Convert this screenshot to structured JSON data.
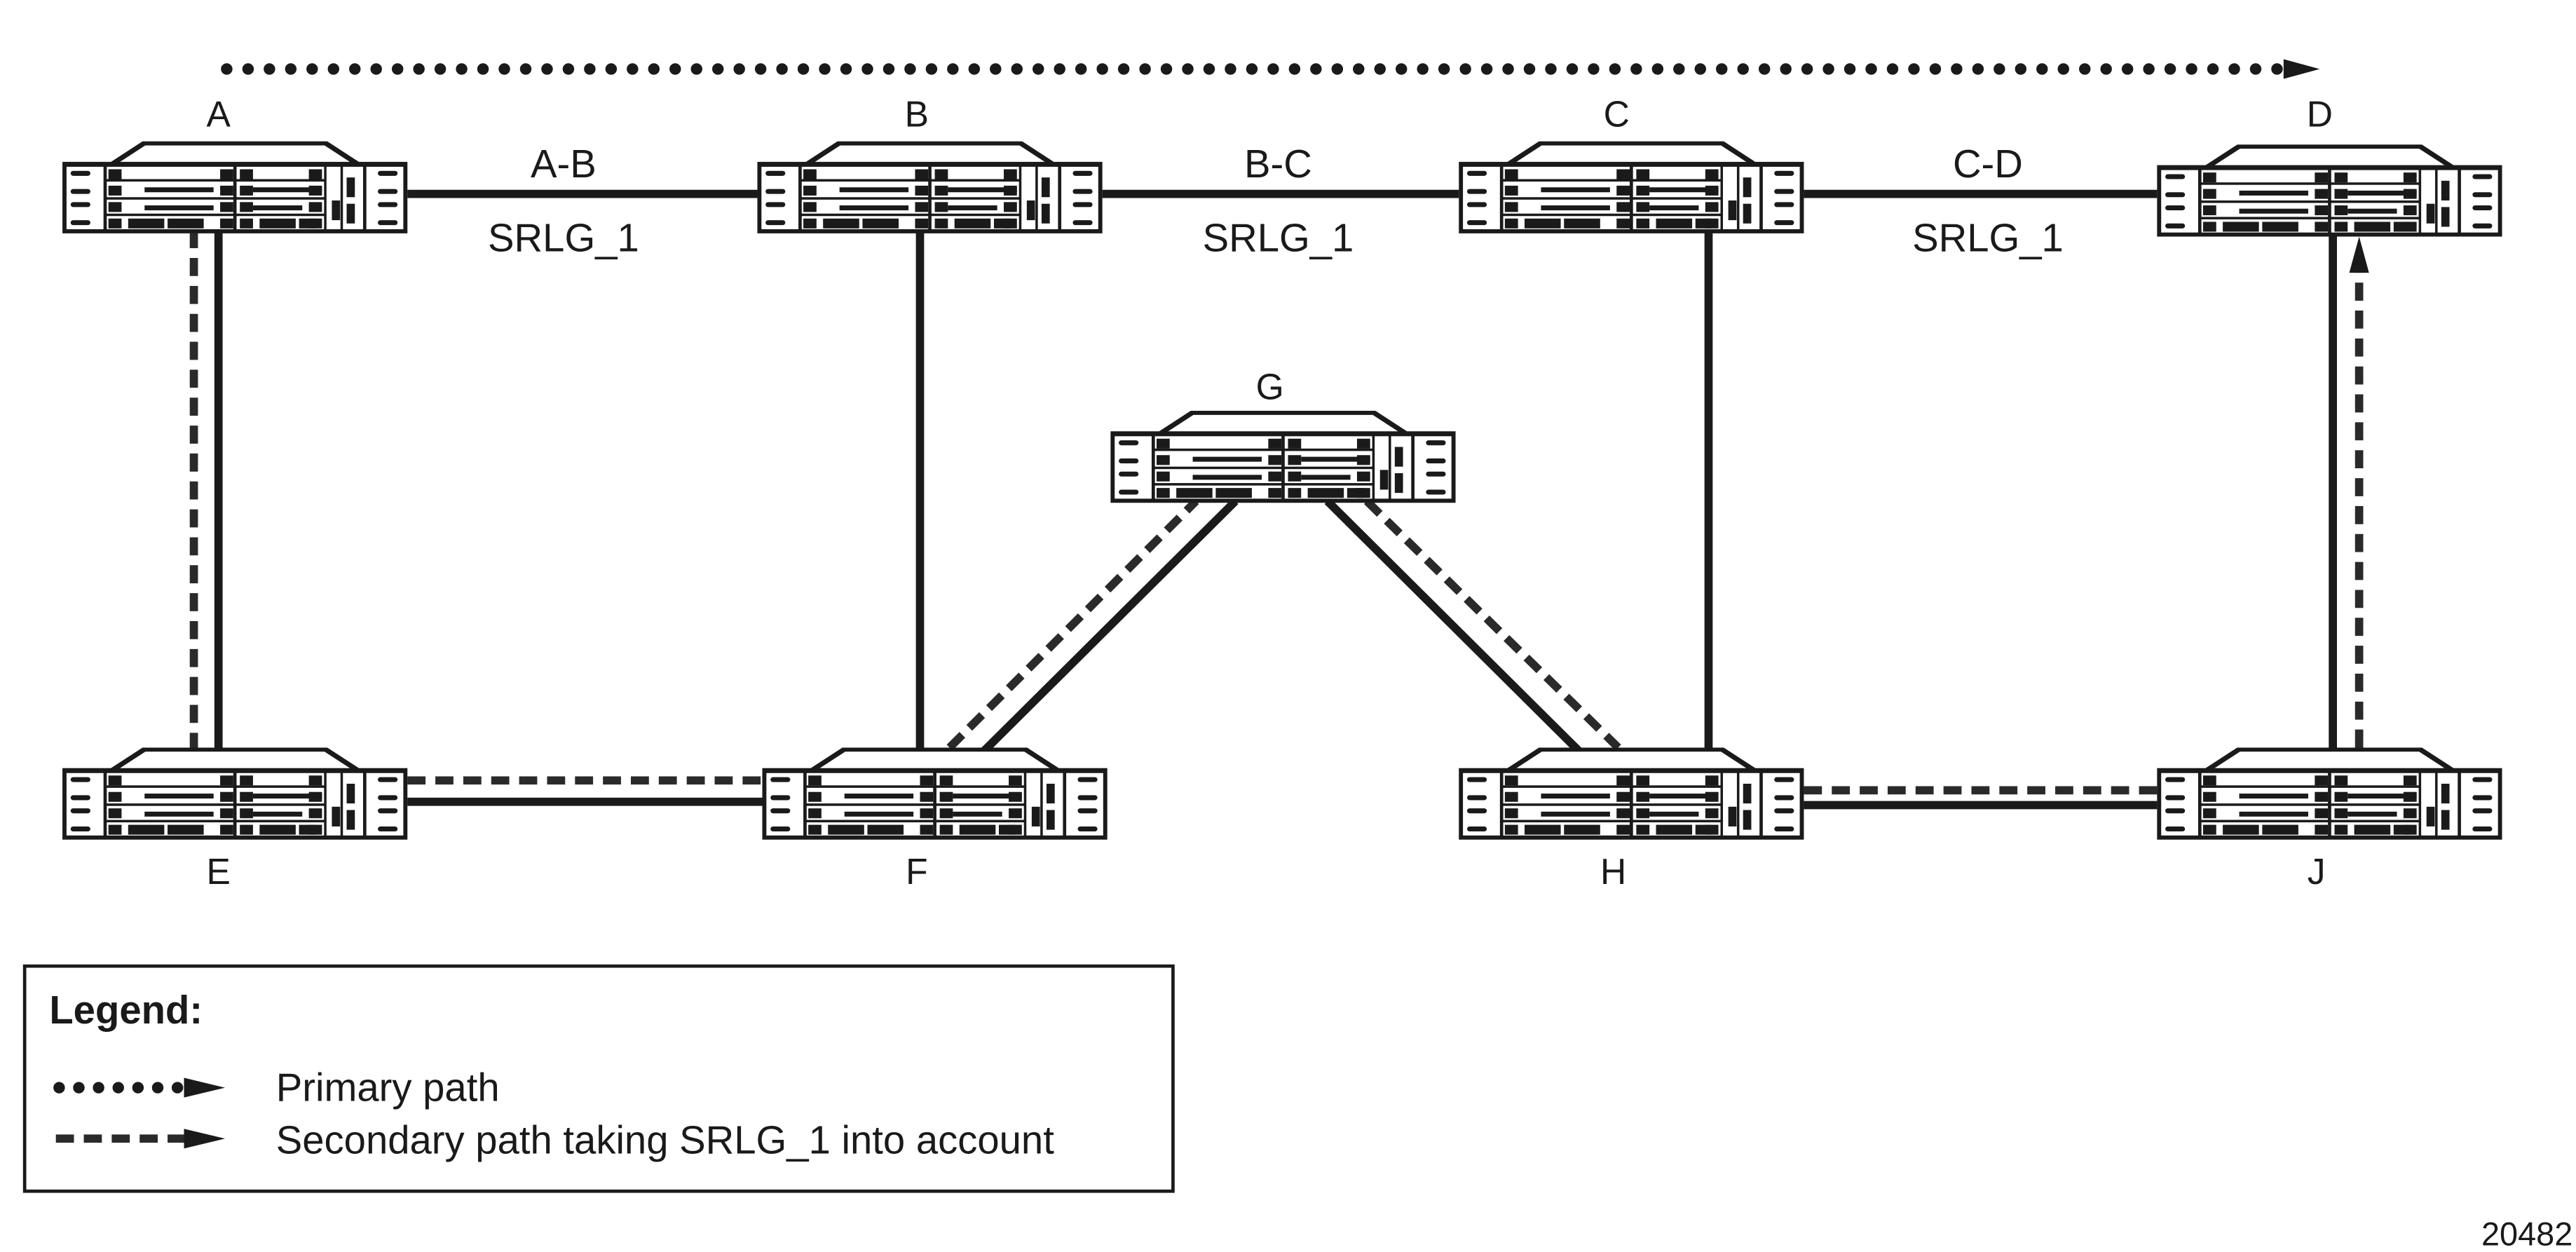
{
  "nodes": {
    "A": "A",
    "B": "B",
    "C": "C",
    "D": "D",
    "E": "E",
    "F": "F",
    "G": "G",
    "H": "H",
    "J": "J"
  },
  "links": {
    "ab": {
      "name": "A-B",
      "srlg": "SRLG_1"
    },
    "bc": {
      "name": "B-C",
      "srlg": "SRLG_1"
    },
    "cd": {
      "name": "C-D",
      "srlg": "SRLG_1"
    }
  },
  "legend": {
    "title": "Legend:",
    "primary": "Primary path",
    "secondary": "Secondary path taking SRLG_1 into account"
  },
  "figure_id": "20482"
}
